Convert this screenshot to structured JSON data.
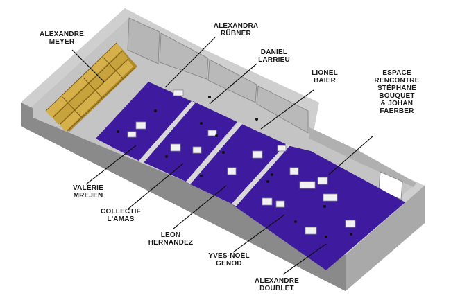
{
  "labels": {
    "alexandre_meyer": "ALEXANDRE\nMEYER",
    "alexandra_rubner": "ALEXANDRA\nRÜBNER",
    "daniel_larrieu": "DANIEL\nLARRIEU",
    "lionel_baier": "LIONEL\nBAIER",
    "espace_rencontre": "ESPACE\nRENCONTRE\nSTÉPHANE\nBOUQUET\n& JOHAN\nFAERBER",
    "valerie_mrejen": "VALÉRIE\nMREJEN",
    "collectif_amas": "COLLECTIF\nL'AMAS",
    "leon_hernandez": "LEON\nHERNANDEZ",
    "yves_noel_genod": "YVES-NOËL\nGENOD",
    "alexandre_doublet": "ALEXANDRE\nDOUBLET"
  },
  "colors": {
    "wall_top": "#d4d4d4",
    "wall_side": "#9e9e9e",
    "wall_dark": "#7e7e7e",
    "corridor": "#c2c2c2",
    "floor_purple": "#3d1a9e",
    "seating": "#c8a23c",
    "leader_line": "#111111"
  }
}
